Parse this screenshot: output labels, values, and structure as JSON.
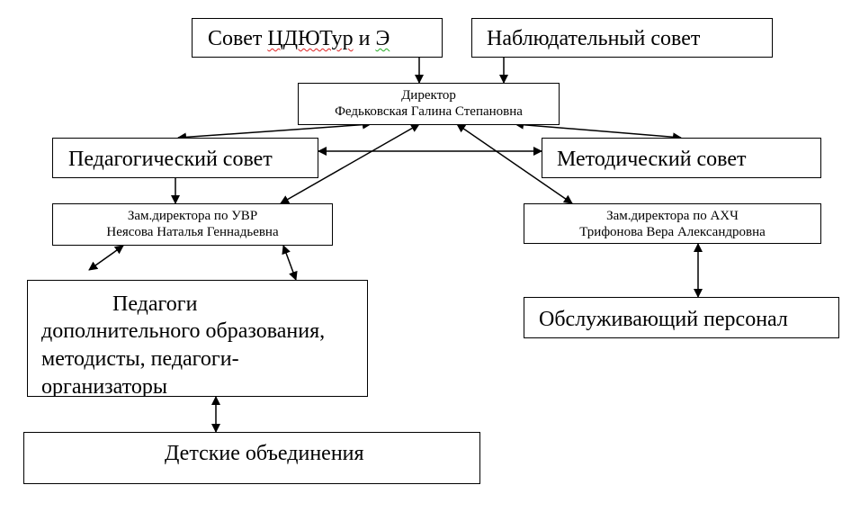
{
  "nodes": {
    "council": {
      "prefix": "Совет ",
      "abbr": "ЦДЮТур",
      "mid": " и ",
      "suffix": "Э"
    },
    "supervisory": {
      "label": "Наблюдательный совет"
    },
    "director": {
      "title": "Директор",
      "name": "Федьковская Галина Степановна"
    },
    "pedagogical_council": {
      "label": "Педагогический совет"
    },
    "methodical_council": {
      "label": "Методический совет"
    },
    "deputy_uvr": {
      "title": "Зам.директора по УВР",
      "name": "Неясова Наталья Геннадьевна"
    },
    "deputy_ahch": {
      "title": "Зам.директора по АХЧ",
      "name": "Трифонова Вера Александровна"
    },
    "teachers": {
      "line1": "Педагоги",
      "line2": "дополнительного образования,",
      "line3": "методисты, педагоги-",
      "line4": "организаторы"
    },
    "service_staff": {
      "label": "Обслуживающий персонал"
    },
    "children": {
      "label": "Детские объединения"
    }
  }
}
